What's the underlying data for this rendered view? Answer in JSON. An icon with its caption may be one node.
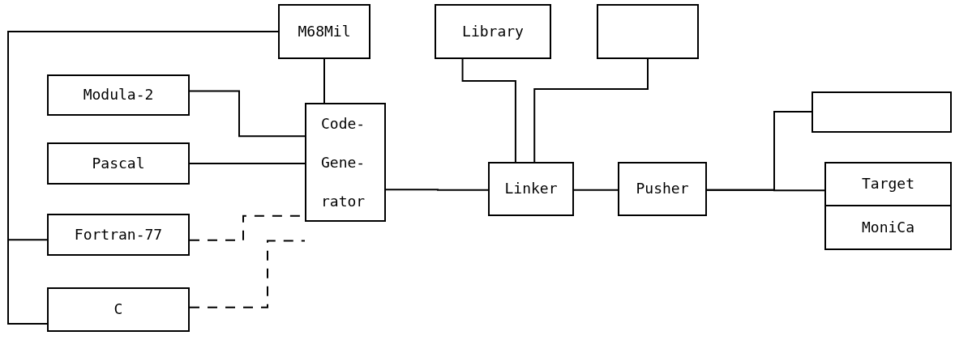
{
  "diagram": {
    "nodes": [
      {
        "text": [
          "M68Mil"
        ]
      },
      {
        "text": [
          "Library"
        ]
      },
      {
        "text": [],
        "shape": "box"
      },
      {
        "text": [
          "Modula-2"
        ]
      },
      {
        "text": [
          "Code- Gene- rator"
        ]
      },
      {
        "text": [],
        "shape": "box"
      },
      {
        "text": [
          "Pascal"
        ]
      },
      {
        "text": [
          "Linker"
        ]
      },
      {
        "text": [
          "Pusher"
        ]
      },
      {
        "text": [
          "Target"
        ]
      },
      {
        "text": [
          "MoniCa"
        ]
      },
      {
        "text": [
          "Fortran-77"
        ]
      },
      {
        "text": [
          "C"
        ]
      }
    ],
    "edges": [
      {
        "from": 0,
        "to": 11,
        "arrow": "none"
      },
      {
        "from": 0,
        "to": 12,
        "arrow": "none"
      },
      {
        "from": 0,
        "to": 4,
        "arrow": "none"
      },
      {
        "from": 3,
        "to": 4,
        "arrow": "none"
      },
      {
        "from": 6,
        "to": 4,
        "arrow": "none"
      },
      {
        "from": 11,
        "to": 4,
        "arrow": "none",
        "style": "dashed"
      },
      {
        "from": 12,
        "to": 4,
        "arrow": "none",
        "style": "dashed"
      },
      {
        "from": 4,
        "to": 7,
        "arrow": "none"
      },
      {
        "from": 1,
        "to": 7,
        "arrow": "none"
      },
      {
        "from": 2,
        "to": 7,
        "arrow": "none"
      },
      {
        "from": 7,
        "to": 8,
        "arrow": "none"
      },
      {
        "from": 8,
        "to": 5,
        "arrow": "none"
      },
      {
        "from": 8,
        "to": 9,
        "arrow": "none"
      }
    ]
  }
}
